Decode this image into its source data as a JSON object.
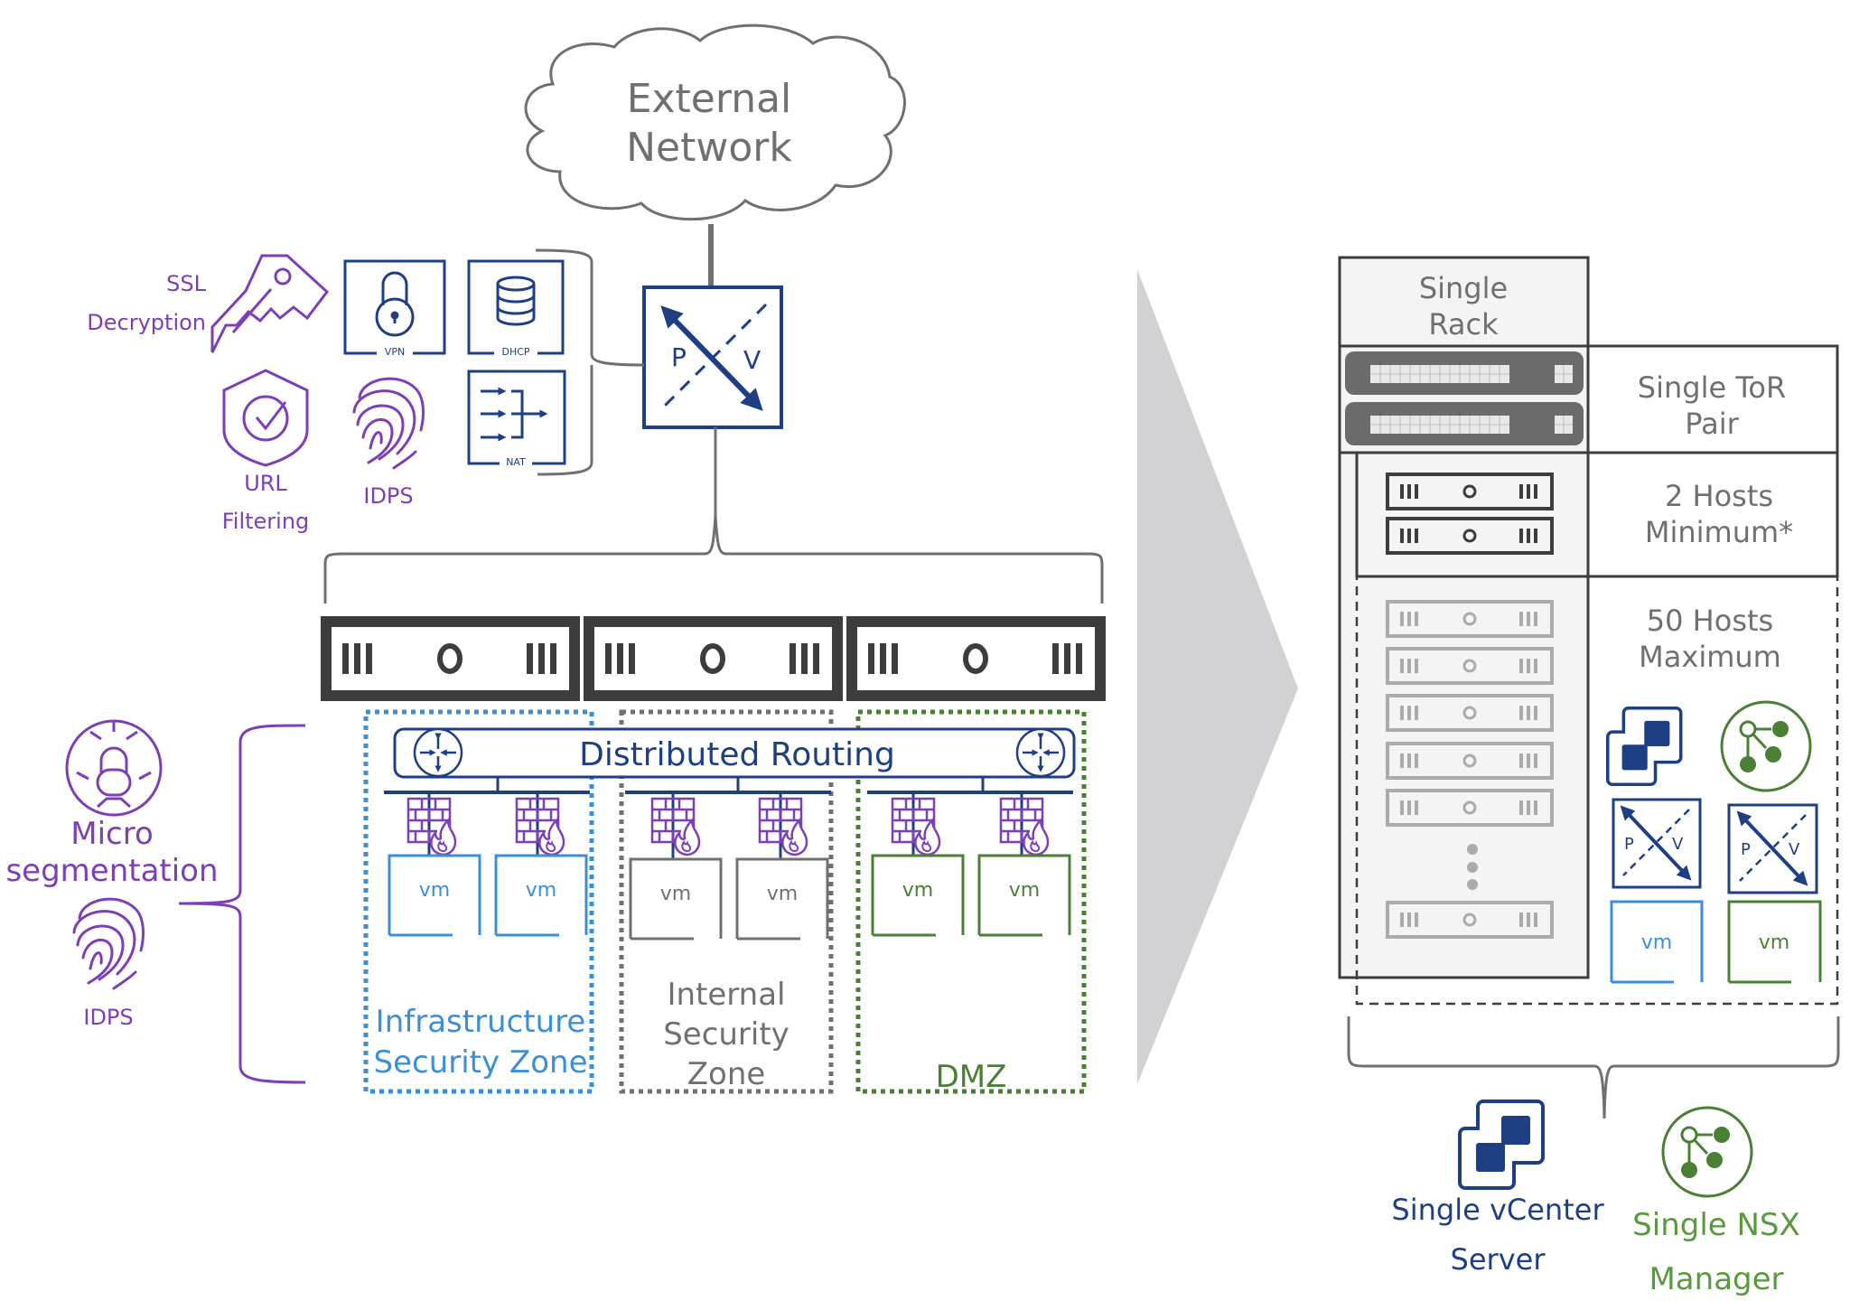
{
  "colors": {
    "purple": "#7d3fb8",
    "navy": "#1f3f85",
    "light_blue": "#3b8fd8",
    "green": "#4a7f36",
    "gray": "#707070",
    "dark": "#3d3d3d",
    "arrow_gray": "#d2d2d4",
    "rack_fill": "#f4f4f4"
  },
  "external_network": {
    "line1": "External",
    "line2": "Network"
  },
  "edge_services": {
    "ssl": {
      "line1": "SSL",
      "line2": "Decryption",
      "icon": "key-icon"
    },
    "vpn": {
      "label": "VPN",
      "icon": "lock-icon"
    },
    "dhcp": {
      "label": "DHCP",
      "icon": "database-icon"
    },
    "nat": {
      "label": "NAT",
      "icon": "nat-arrows-icon"
    },
    "url": {
      "line1": "URL",
      "line2": "Filtering",
      "icon": "shield-check-icon"
    },
    "idps": {
      "label": "IDPS",
      "icon": "fingerprint-icon"
    }
  },
  "edge_gateway": {
    "p": "P",
    "v": "V",
    "icon": "physical-virtual-gateway-icon"
  },
  "host_bar_count": 3,
  "distributed_routing": {
    "label": "Distributed Routing",
    "icon": "router-icon"
  },
  "microseg": {
    "line1": "Micro",
    "line2": "segmentation",
    "icon": "micro-segmentation-icon",
    "idps_label": "IDPS"
  },
  "zones": [
    {
      "name": "infrastructure",
      "line1": "Infrastructure",
      "line2": "Security Zone",
      "line3": "",
      "vms": [
        "vm",
        "vm"
      ],
      "color": "#3b8fd8"
    },
    {
      "name": "internal",
      "line1": "Internal",
      "line2": "Security",
      "line3": "Zone",
      "vms": [
        "vm",
        "vm"
      ],
      "color": "#707070"
    },
    {
      "name": "dmz",
      "line1": "DMZ",
      "line2": "",
      "line3": "",
      "vms": [
        "vm",
        "vm"
      ],
      "color": "#4a7f36"
    }
  ],
  "rack": {
    "title_line1": "Single",
    "title_line2": "Rack",
    "tor_line1": "Single ToR",
    "tor_line2": "Pair",
    "min_line1": "2 Hosts",
    "min_line2": "Minimum*",
    "max_line1": "50 Hosts",
    "max_line2": "Maximum",
    "p": "P",
    "v": "V",
    "vm_label": "vm"
  },
  "management": {
    "vcenter_line1": "Single vCenter",
    "vcenter_line2": "Server",
    "nsx_line1": "Single NSX",
    "nsx_line2": "Manager"
  }
}
